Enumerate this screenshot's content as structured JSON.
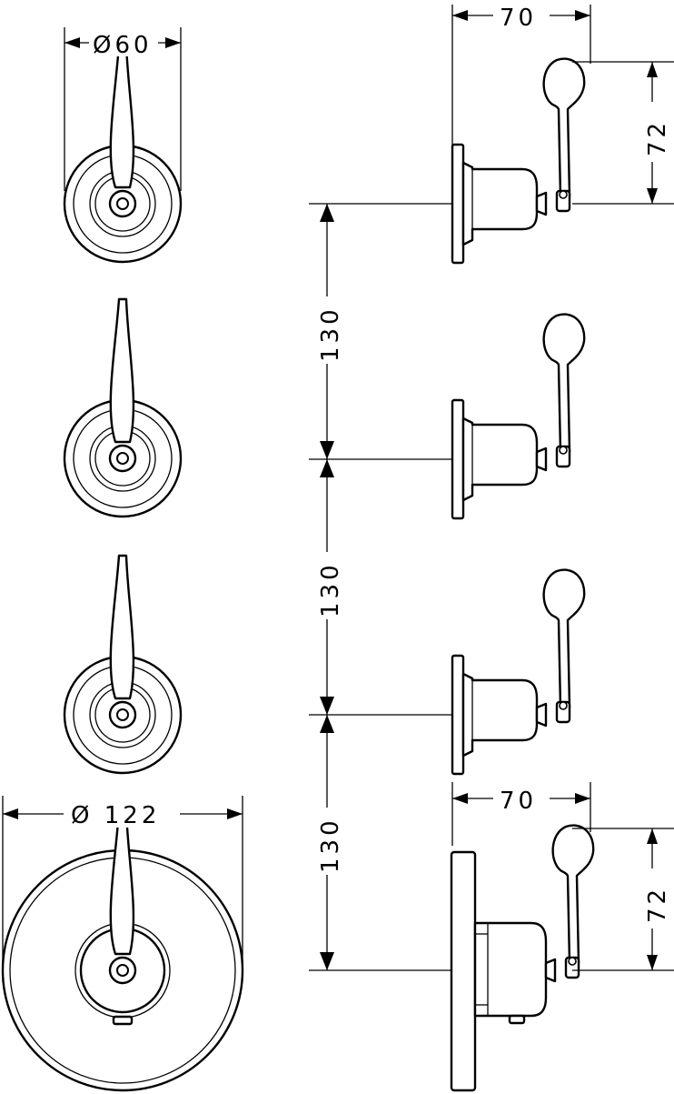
{
  "dimensions": {
    "small_rosette_diameter": "Ø60",
    "large_rosette_diameter": "Ø 122",
    "side_depth_top": "70",
    "side_depth_bottom": "70",
    "handle_height_top": "72",
    "handle_height_bottom": "72",
    "spacing_1": "130",
    "spacing_2": "130",
    "spacing_3": "130"
  }
}
